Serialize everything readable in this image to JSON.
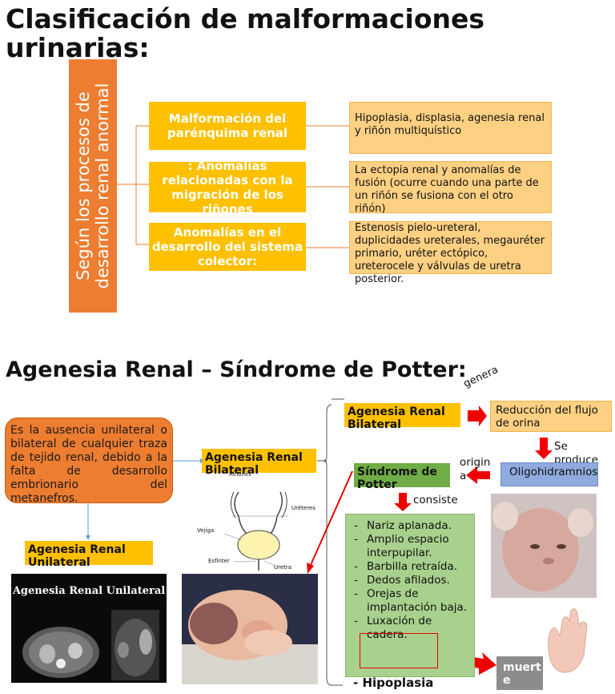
{
  "title": "Clasificación de malformaciones urinarias:",
  "vertical_label": "Según los procesos de desarrollo renal anormal",
  "categories": [
    {
      "label": "Malformación del parénquima renal",
      "detail": "Hipoplasia, displasia, agenesia renal y riñón multiquístico"
    },
    {
      "label": ": Anomalías relacionadas con la migración de los riñones",
      "detail": "La ectopia renal y anomalías de fusión (ocurre cuando una parte de un riñón se fusiona con el otro riñón)"
    },
    {
      "label": "Anomalías en el desarrollo del sistema colector:",
      "detail": "Estenosis pielo-ureteral, duplicidades ureterales, megauréter primario, uréter ectópico, ureterocele y válvulas de uretra posterior."
    }
  ],
  "section2_title": "Agenesia Renal – Síndrome de Potter:",
  "definition": "Es la ausencia unilateral o bilateral de cualquier traza de tejido renal, debido a la falta de desarrollo embrionario del metanefros.",
  "unilateral_label": "Agenesia Renal Unilateral",
  "unilateral_image_title": "Agenesia Renal Unilateral",
  "bilateral_center_label": "Agenesia Renal Bilateral",
  "diagram_labels": {
    "kidneys": "Riñones",
    "ureters": "Uréteres",
    "bladder": "Vejiga",
    "sphincter": "Esfínter",
    "urethra": "Uretra"
  },
  "bilateral_top_label": "Agenesia Renal Bilateral",
  "genera": "genera",
  "reduction": "Reducción del flujo de orina",
  "se_produce": "Se produce",
  "oligo": "Oligohidramnios",
  "origina": "origina",
  "potter": "Síndrome de Potter",
  "consiste": "consiste",
  "features": [
    "Nariz aplanada.",
    "Amplio espacio interpupilar.",
    "Barbilla retraída.",
    "Dedos afilados.",
    "Orejas de implantación baja.",
    "Luxación de cadera."
  ],
  "hipoplasia": "Hipoplasia",
  "muerte": "muerte",
  "colors": {
    "orange": "#ed7d31",
    "yellow": "#ffc000",
    "peach": "#fdd083",
    "green": "#70ad47",
    "light_green": "#a9d18e",
    "blue": "#8faadc",
    "red": "#ee0000"
  }
}
